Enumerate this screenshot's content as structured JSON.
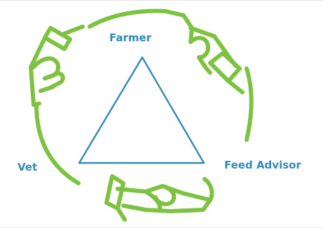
{
  "diagram": {
    "nodes": {
      "top": "Farmer",
      "left": "Vet",
      "right": "Feed Advisor"
    }
  },
  "colors": {
    "triangle_stroke": "#2f8bb7",
    "label_text": "#2f8bb7",
    "hands_circle": "#7ec241"
  },
  "icons": {
    "hand_top_left": "hand-icon",
    "hand_top_right": "hand-icon",
    "hand_bottom": "hand-icon"
  }
}
